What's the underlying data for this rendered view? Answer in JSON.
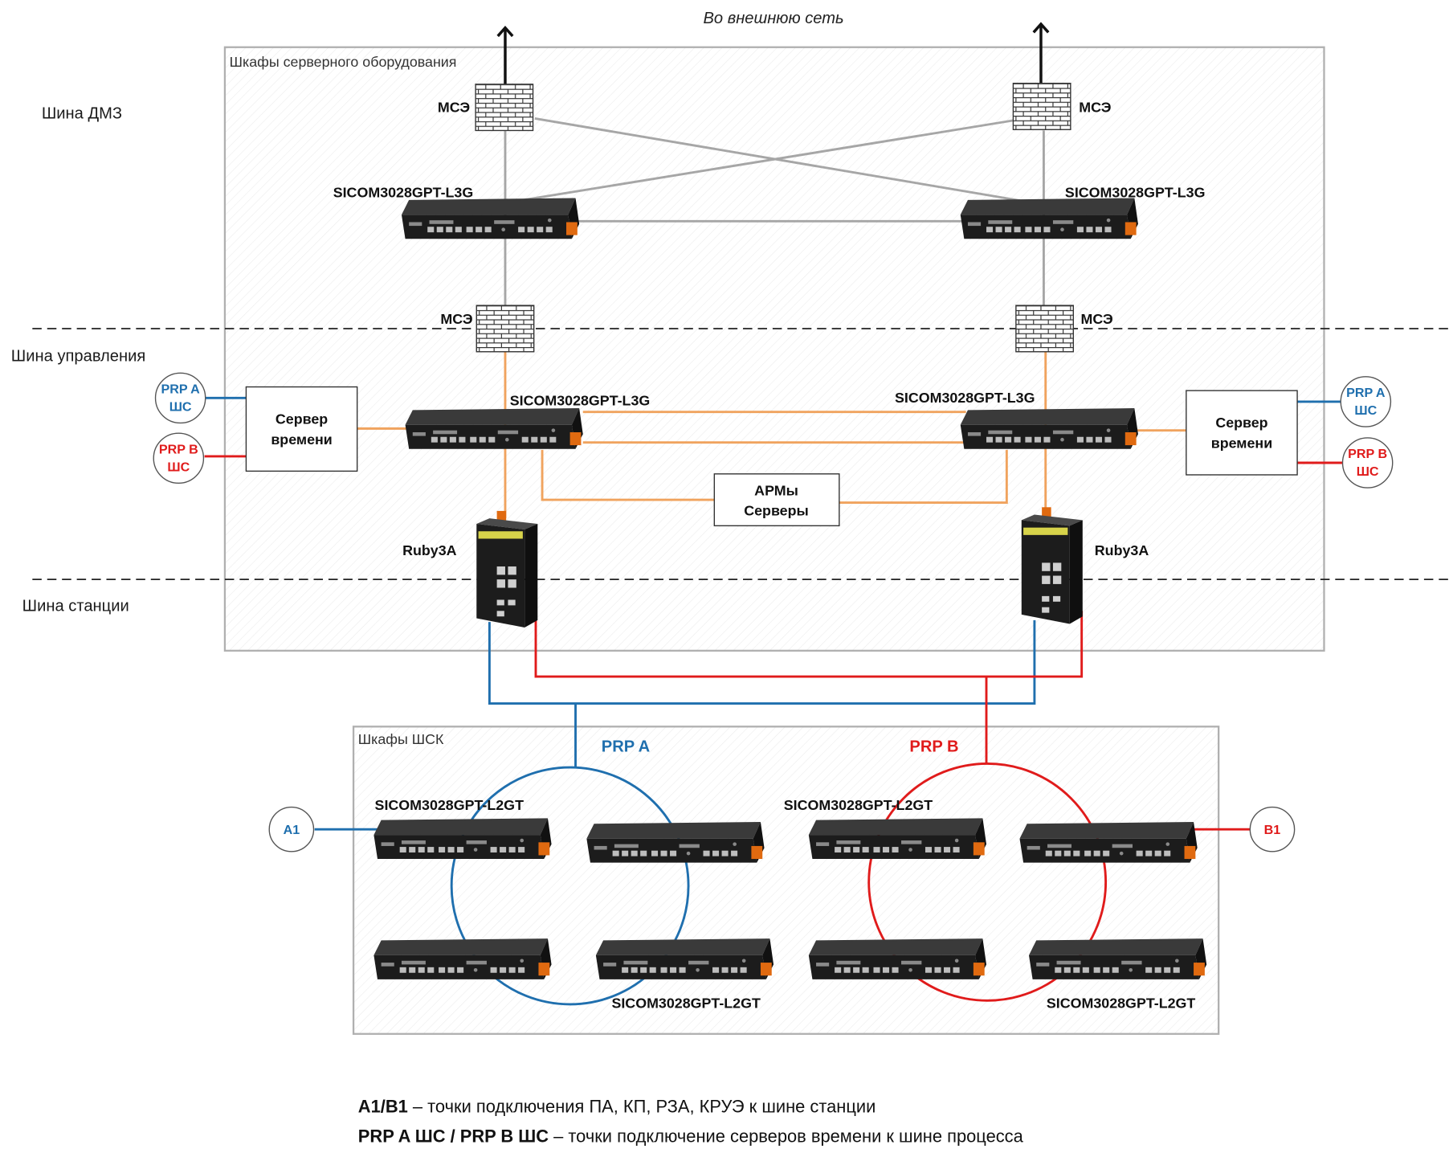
{
  "external_network": "Во внешнюю сеть",
  "buses": {
    "dmz": "Шина ДМЗ",
    "control": "Шина управления",
    "station": "Шина станции"
  },
  "cabinets": {
    "server": "Шкафы серверного оборудования",
    "shsk": "Шкафы ШСК"
  },
  "firewall_label": "МСЭ",
  "l3_switch_label": "SICOM3028GPT-L3G",
  "l2_switch_label": "SICOM3028GPT-L2GT",
  "ruby_label": "Ruby3A",
  "time_server": {
    "line1": "Сервер",
    "line2": "времени"
  },
  "arm": {
    "line1": "АРМы",
    "line2": "Серверы"
  },
  "rings": {
    "a": "PRP A",
    "b": "PRP B"
  },
  "endpoints": {
    "prp_a_line1": "PRP A",
    "prp_b_line1": "PRP B",
    "shs": "ШС",
    "a1": "A1",
    "b1": "B1"
  },
  "legend": [
    {
      "bold": "A1/B1",
      "text": " – точки подключения ПА, КП, РЗА, КРУЭ к шине станции"
    },
    {
      "bold": "PRP A ШС / PRP B ШС",
      "text": " – точки подключение серверов времени к шине процесса"
    }
  ],
  "colors": {
    "gray_link": "#a6a6a6",
    "orange_link": "#f0a35e",
    "prp_a": "#1f6fae",
    "prp_b": "#e01b1b",
    "switch_body": "#1c1c1c",
    "switch_accent": "#e06a10"
  },
  "icons": {
    "firewall": "brick-wall-icon",
    "switch": "rack-switch-icon",
    "ruby": "din-rail-switch-icon",
    "arrow": "arrow-up-icon"
  }
}
